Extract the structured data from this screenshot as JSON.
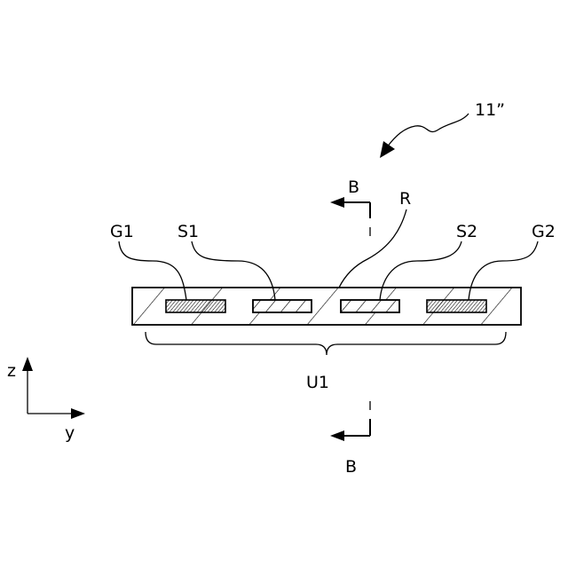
{
  "figure": {
    "reference_numeral": "11”",
    "section_labels": {
      "top": "B",
      "bottom": "B"
    },
    "components": {
      "g1": "G1",
      "s1": "S1",
      "r": "R",
      "s2": "S2",
      "g2": "G2"
    },
    "unit_label": "U1",
    "axes": {
      "vertical": "z",
      "horizontal": "y"
    }
  },
  "colors": {
    "line": "#000000",
    "background": "#ffffff"
  }
}
